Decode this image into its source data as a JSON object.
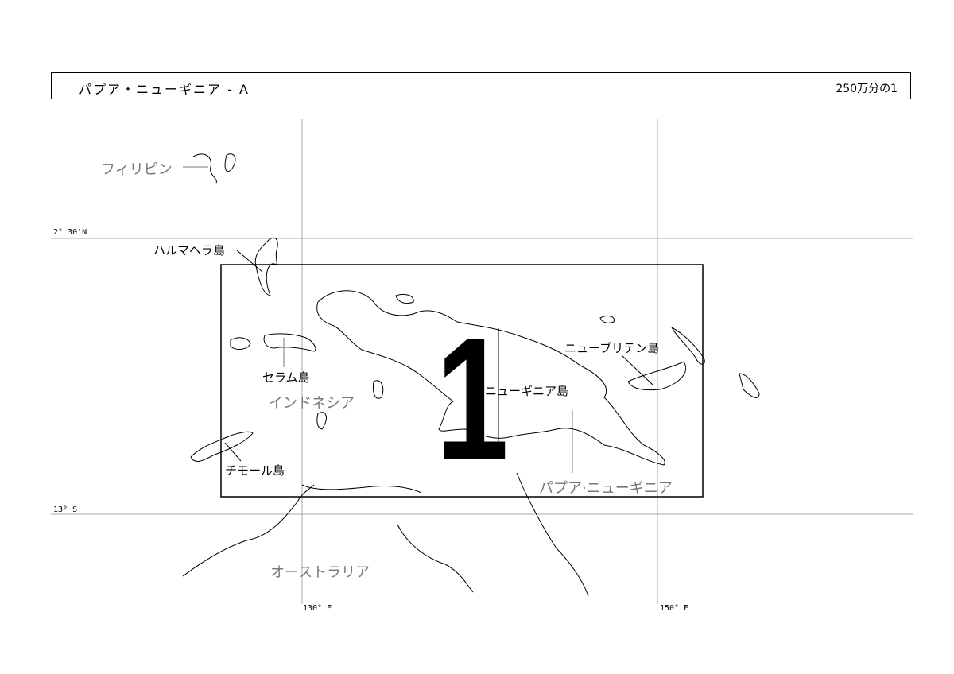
{
  "header": {
    "title": "パプア・ニューギニア - A",
    "scale": "250万分の1"
  },
  "grid": {
    "lat_north": "2° 30'N",
    "lat_south": "13° S",
    "lon_west": "130° E",
    "lon_east": "150° E"
  },
  "index_sheet": {
    "number": "1"
  },
  "labels": {
    "philippines": "フィリピン",
    "halmahera": "ハルマヘラ島",
    "seram": "セラム島",
    "indonesia": "インドネシア",
    "timor": "チモール島",
    "new_guinea": "ニューギニア島",
    "new_britain": "ニューブリテン島",
    "png": "パプア·ニューギニア",
    "australia": "オーストラリア"
  }
}
